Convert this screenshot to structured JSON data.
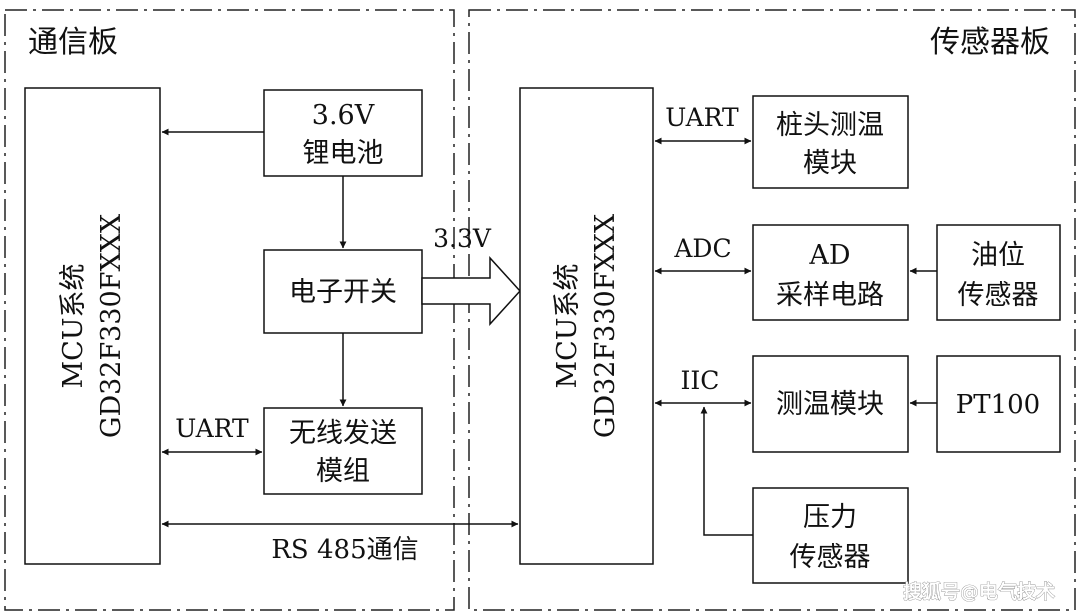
{
  "comm_board": {
    "title": "通信板",
    "mcu_line1": "MCU系统",
    "mcu_line2": "GD32F330FXXX",
    "battery_line1": "3.6V",
    "battery_line2": "锂电池",
    "switch_label": "电子开关",
    "wireless_line1": "无线发送",
    "wireless_line2": "模组",
    "uart_label": "UART"
  },
  "sensor_board": {
    "title": "传感器板",
    "mcu_line1": "MCU系统",
    "mcu_line2": "GD32F330FXXX",
    "pile_temp_line1": "桩头测温",
    "pile_temp_line2": "模块",
    "ad_line1": "AD",
    "ad_line2": "采样电路",
    "oil_line1": "油位",
    "oil_line2": "传感器",
    "temp_module": "测温模块",
    "pt100": "PT100",
    "pressure_line1": "压力",
    "pressure_line2": "传感器",
    "uart_label": "UART",
    "adc_label": "ADC",
    "iic_label": "IIC"
  },
  "power_label": "3.3V",
  "rs485_label": "RS 485通信",
  "watermark": "搜狐号@电气技术"
}
